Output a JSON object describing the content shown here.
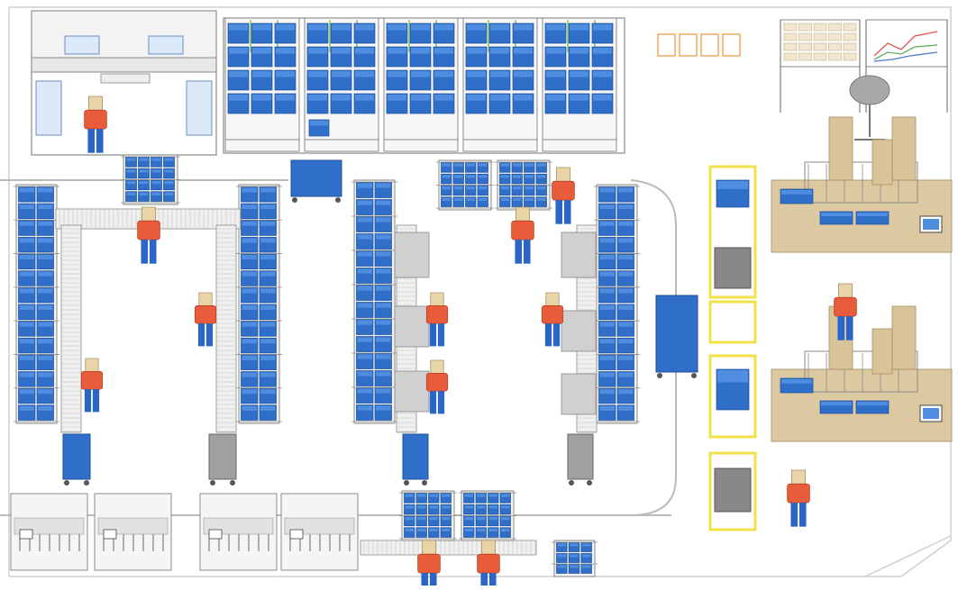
{
  "scene": "warehouse-picking-floor-plan",
  "colors": {
    "bin": "#2f6fc9",
    "bin_light": "#4f8de0",
    "bin_dark": "#1c4e96",
    "frame": "#8a8a8a",
    "frame_light": "#cfcfcf",
    "worker_shirt": "#e85c3b",
    "worker_pants": "#2a66c8",
    "worker_head": "#e9d4a8",
    "box": "#d9c49a",
    "table": "#dcc9a2",
    "safety_yellow": "#f2e24a",
    "sign_orange": "#f0a860",
    "green_rail": "#9ed47a",
    "sheet_metal": "#9a9a9a"
  },
  "icons": [
    "worker-figure-icon",
    "blue-bin-icon",
    "cardboard-box-icon",
    "monitor-icon",
    "whiteboard-chart-icon",
    "round-table-icon",
    "cart-icon"
  ],
  "sections": {
    "top_office": "office-building",
    "top_racks": "gravity-flow-racks",
    "left_u_cell": "u-shaped-picking-cell-left",
    "center_u_cell": "u-shaped-picking-cell-center",
    "right_packing": "packing-stations",
    "bottom_workbenches": "assembly-workbenches",
    "conveyor": "roller-conveyor"
  }
}
